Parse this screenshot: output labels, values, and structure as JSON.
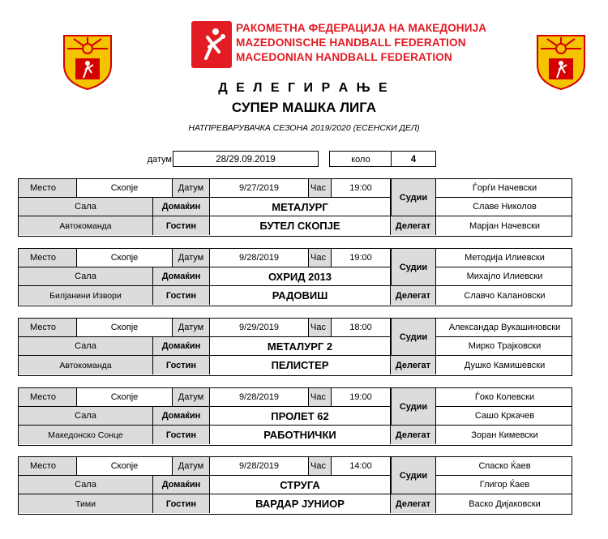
{
  "federation": {
    "line1": "РАКОМЕТНА ФЕДЕРАЦИЈА НА МАКЕДОНИЈА",
    "line2": "MAZEDONISCHE HANDBALL FEDERATION",
    "line3": "MACEDONIAN HANDBALL FEDERATION"
  },
  "header": {
    "title": "Д Е Л Е Г И Р А Њ Е",
    "league": "СУПЕР МАШКА ЛИГА",
    "season": "НАТПРЕВАРУВАЧКА СЕЗОНА 2019/2020 (ЕСЕНСКИ ДЕЛ)"
  },
  "info": {
    "date_label": "датум",
    "date_value": "28/29.09.2019",
    "round_label": "коло",
    "round_value": "4"
  },
  "labels": {
    "place": "Место",
    "date": "Датум",
    "time": "Час",
    "hall": "Сала",
    "host": "Домаќин",
    "guest": "Гостин",
    "referees": "Судии",
    "delegate": "Делегат"
  },
  "matches": [
    {
      "place": "Скопје",
      "date": "9/27/2019",
      "time": "19:00",
      "hall": "Сала",
      "host": "МЕТАЛУРГ",
      "venue": "Автокоманда",
      "guest": "БУТЕЛ СКОПЈЕ",
      "referee1": "Ѓорѓи Начевски",
      "referee2": "Славе Николов",
      "delegate": "Марјан Начевски"
    },
    {
      "place": "Скопје",
      "date": "9/28/2019",
      "time": "19:00",
      "hall": "Сала",
      "host": "ОХРИД 2013",
      "venue": "Билјанини Извори",
      "guest": "РАДОВИШ",
      "referee1": "Методија Илиевски",
      "referee2": "Михајло Илиевски",
      "delegate": "Славчо Калановски"
    },
    {
      "place": "Скопје",
      "date": "9/29/2019",
      "time": "18:00",
      "hall": "Сала",
      "host": "МЕТАЛУРГ 2",
      "venue": "Автокоманда",
      "guest": "ПЕЛИСТЕР",
      "referee1": "Александар Вукашиновски",
      "referee2": "Мирко Трајковски",
      "delegate": "Душко Камишевски"
    },
    {
      "place": "Скопје",
      "date": "9/28/2019",
      "time": "19:00",
      "hall": "Сала",
      "host": "ПРОЛЕТ 62",
      "venue": "Македонско Сонце",
      "guest": "РАБОТНИЧКИ",
      "referee1": "Ѓоко Колевски",
      "referee2": "Сашо Кркачев",
      "delegate": "Зоран Кимевски"
    },
    {
      "place": "Скопје",
      "date": "9/28/2019",
      "time": "14:00",
      "hall": "Сала",
      "host": "СТРУГА",
      "venue": "Тими",
      "guest": "ВАРДАР ЈУНИОР",
      "referee1": "Спаско Ќаев",
      "referee2": "Глигор Ќаев",
      "delegate": "Васко Дијаковски"
    }
  ]
}
